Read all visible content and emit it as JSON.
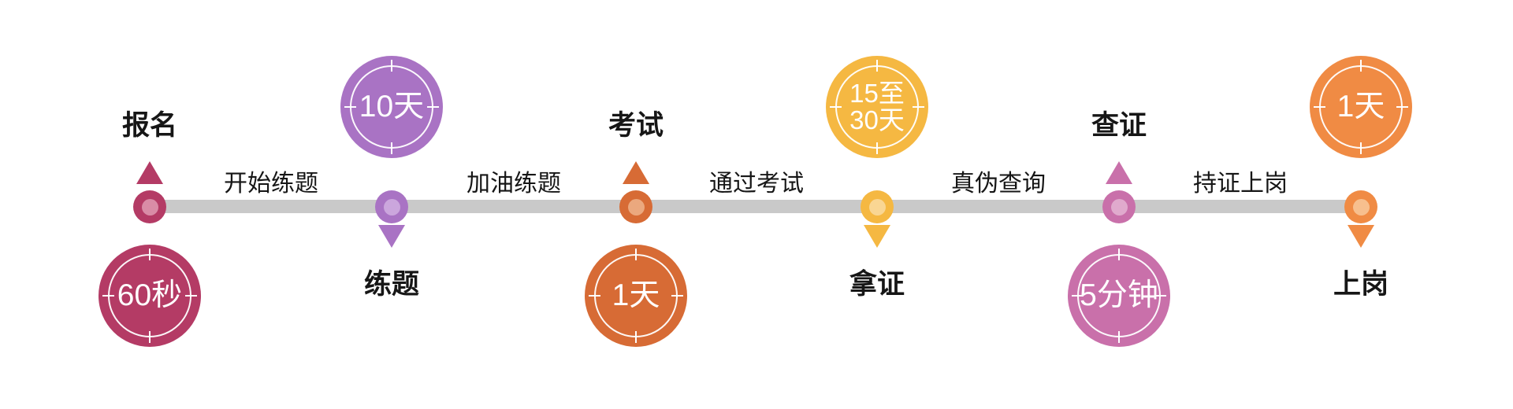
{
  "diagram": {
    "type": "horizontal-timeline",
    "background_color": "#ffffff",
    "line_color": "#c9c9c9",
    "text_color": "#161616",
    "badge_text_color": "#ffffff",
    "steps": [
      {
        "label": "报名",
        "duration": "60秒",
        "duration_lines": [
          "60秒"
        ],
        "side": "up",
        "color": "#b43b65",
        "color_light": "#d98ca6"
      },
      {
        "label": "练题",
        "duration": "10天",
        "duration_lines": [
          "10天"
        ],
        "side": "down",
        "color": "#a973c4",
        "color_light": "#cba6dd"
      },
      {
        "label": "考试",
        "duration": "1天",
        "duration_lines": [
          "1天"
        ],
        "side": "up",
        "color": "#d76b35",
        "color_light": "#eba87e"
      },
      {
        "label": "拿证",
        "duration": "15至30天",
        "duration_lines": [
          "15至",
          "30天"
        ],
        "side": "down",
        "color": "#f5b842",
        "color_light": "#f9d693"
      },
      {
        "label": "查证",
        "duration": "5分钟",
        "duration_lines": [
          "5分钟"
        ],
        "side": "up",
        "color": "#c970aa",
        "color_light": "#e0aacd"
      },
      {
        "label": "上岗",
        "duration": "1天",
        "duration_lines": [
          "1天"
        ],
        "side": "down",
        "color": "#f08b44",
        "color_light": "#f7bf8e"
      }
    ],
    "connectors": [
      {
        "label": "开始练题"
      },
      {
        "label": "加油练题"
      },
      {
        "label": "通过考试"
      },
      {
        "label": "真伪查询"
      },
      {
        "label": "持证上岗"
      }
    ]
  }
}
